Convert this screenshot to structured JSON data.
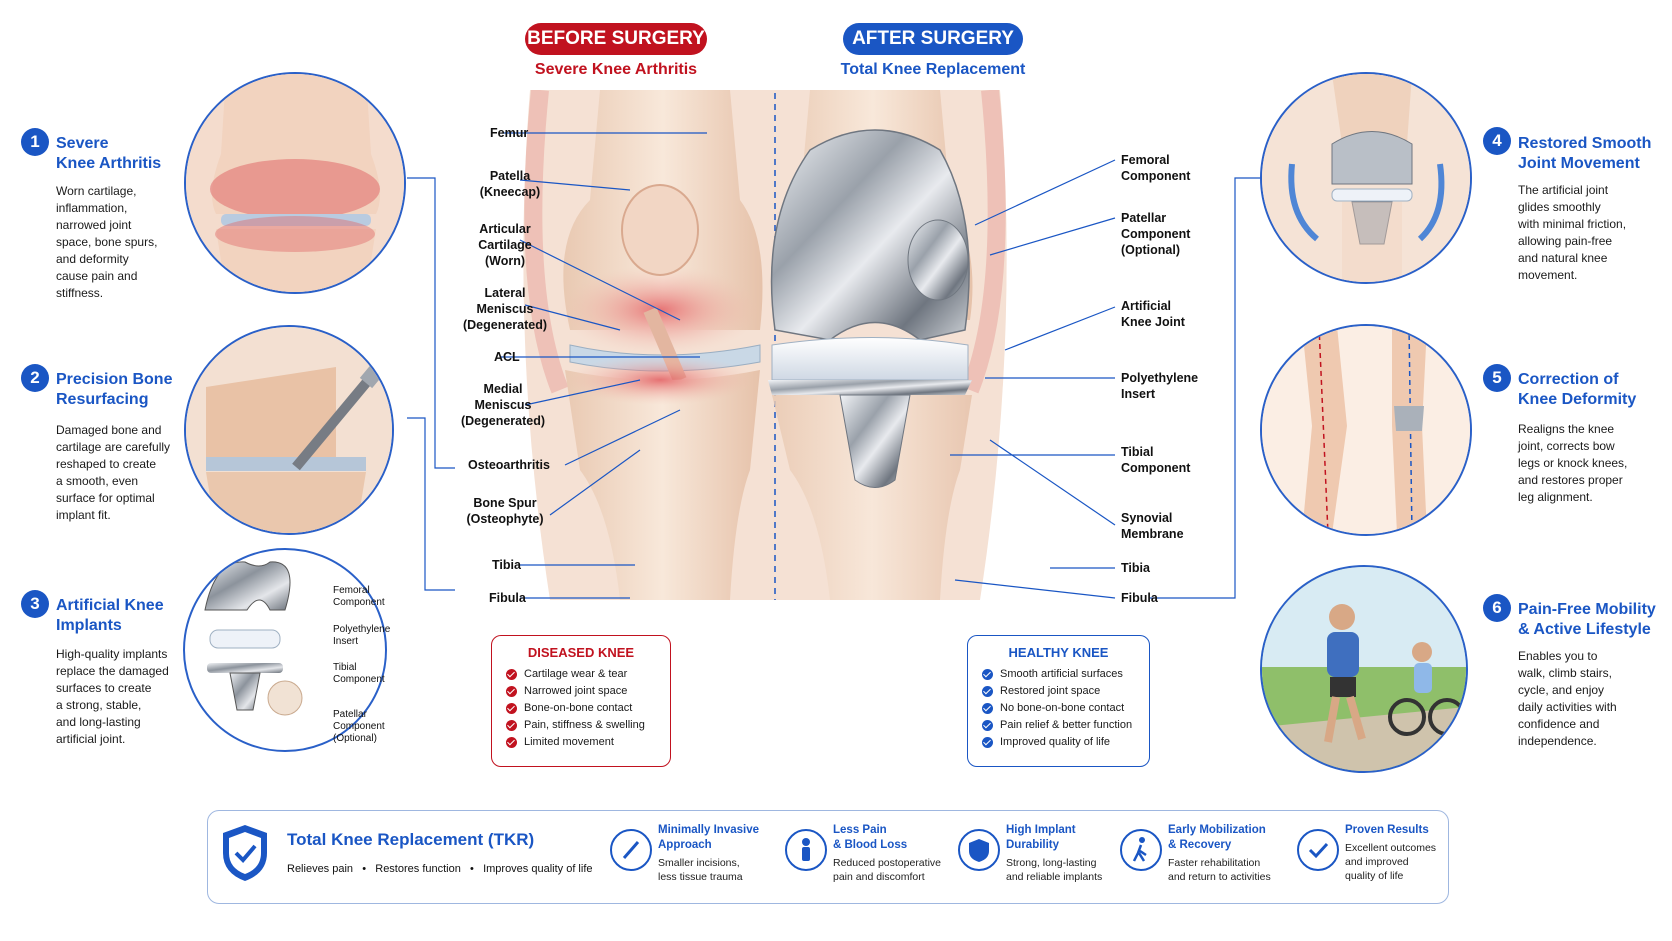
{
  "header": {
    "before_pill": "BEFORE SURGERY",
    "before_sub": "Severe Knee Arthritis",
    "after_pill": "AFTER SURGERY",
    "after_sub": "Total Knee Replacement",
    "colors": {
      "before": "#c1121f",
      "after": "#1a56c4"
    }
  },
  "left_steps": [
    {
      "num": "1",
      "title": "Severe\nKnee Arthritis",
      "body": "Worn cartilage,\ninflammation,\nnarrowed joint\nspace, bone spurs,\nand deformity\ncause pain and\nstiffness."
    },
    {
      "num": "2",
      "title": "Precision Bone\nResurfacing",
      "body": "Damaged bone and\ncartilage are carefully\nreshaped to create\na smooth, even\nsurface for optimal\nimplant fit."
    },
    {
      "num": "3",
      "title": "Artificial Knee\nImplants",
      "body": "High-quality implants\nreplace the damaged\nsurfaces to create\na strong, stable,\nand long-lasting\nartificial joint."
    }
  ],
  "right_steps": [
    {
      "num": "4",
      "title": "Restored Smooth\nJoint Movement",
      "body": "The artificial joint\nglides smoothly\nwith minimal friction,\nallowing pain-free\nand natural knee\nmovement."
    },
    {
      "num": "5",
      "title": "Correction of\nKnee Deformity",
      "body": "Realigns the knee\njoint, corrects bow\nlegs or knock knees,\nand restores proper\nleg alignment."
    },
    {
      "num": "6",
      "title": "Pain-Free Mobility\n& Active Lifestyle",
      "body": "Enables you to\nwalk, climb stairs,\ncycle, and enjoy\ndaily activities with\nconfidence and\nindependence."
    }
  ],
  "implant_labels": [
    "Femoral\nComponent",
    "Polyethylene\nInsert",
    "Tibial\nComponent",
    "Patellar\nComponent\n(Optional)"
  ],
  "left_labels": [
    "Femur",
    "Patella\n(Kneecap)",
    "Articular\nCartilage\n(Worn)",
    "Lateral\nMeniscus\n(Degenerated)",
    "ACL",
    "Medial\nMeniscus\n(Degenerated)",
    "Osteoarthritis",
    "Bone Spur\n(Osteophyte)",
    "Tibia",
    "Fibula"
  ],
  "right_labels": [
    "Femoral\nComponent",
    "Patellar\nComponent\n(Optional)",
    "Artificial\nKnee Joint",
    "Polyethylene\nInsert",
    "Tibial\nComponent",
    "Synovial\nMembrane",
    "Tibia",
    "Fibula"
  ],
  "diseased_box": {
    "title": "DISEASED KNEE",
    "items": [
      "Cartilage wear & tear",
      "Narrowed joint space",
      "Bone-on-bone contact",
      "Pain, stiffness & swelling",
      "Limited movement"
    ]
  },
  "healthy_box": {
    "title": "HEALTHY KNEE",
    "items": [
      "Smooth artificial surfaces",
      "Restored joint space",
      "No bone-on-bone contact",
      "Pain relief & better function",
      "Improved quality of life"
    ]
  },
  "footer": {
    "title": "Total Knee Replacement (TKR)",
    "tags": [
      "Relieves pain",
      "Restores function",
      "Improves quality of life"
    ],
    "benefits": [
      {
        "title": "Minimally Invasive\nApproach",
        "desc": "Smaller incisions,\nless tissue trauma",
        "icon": "scalpel-icon"
      },
      {
        "title": "Less Pain\n& Blood Loss",
        "desc": "Reduced postoperative\npain and discomfort",
        "icon": "person-icon"
      },
      {
        "title": "High Implant\nDurability",
        "desc": "Strong, long-lasting\nand reliable implants",
        "icon": "shield-icon"
      },
      {
        "title": "Early Mobilization\n& Recovery",
        "desc": "Faster rehabilitation\nand return to activities",
        "icon": "walking-icon"
      },
      {
        "title": "Proven Results",
        "desc": "Excellent outcomes\nand improved\nquality of life",
        "icon": "check-circle-icon"
      }
    ]
  }
}
